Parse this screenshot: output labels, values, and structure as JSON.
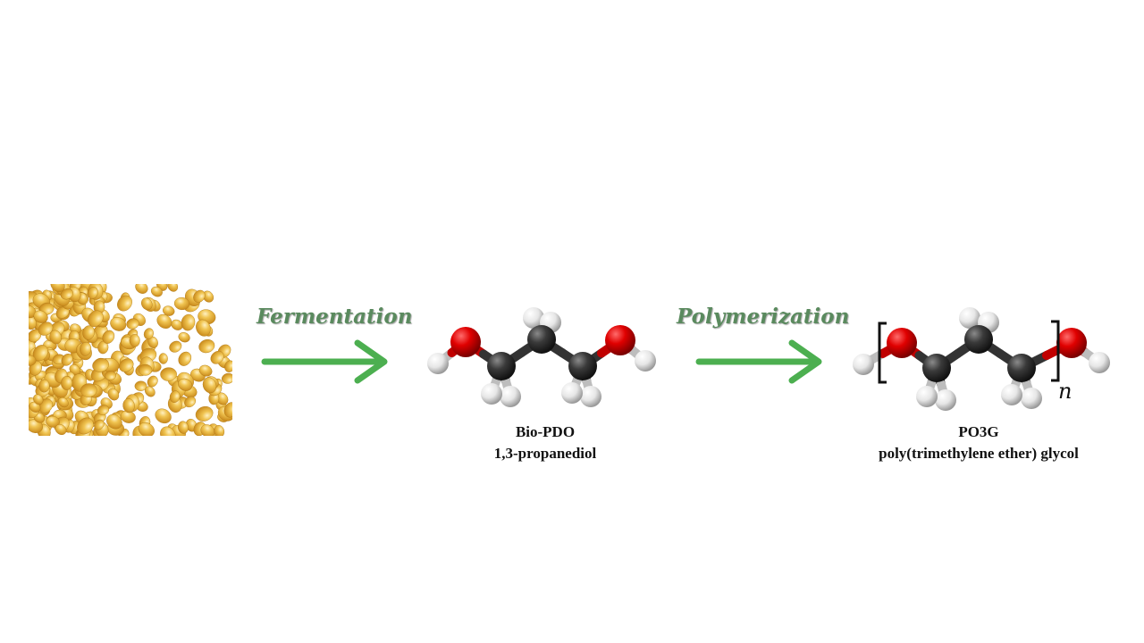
{
  "steps": {
    "fermentation": "Fermentation",
    "polymerization": "Polymerization"
  },
  "products": {
    "pdo": {
      "name": "Bio-PDO",
      "chemical": "1,3-propanediol"
    },
    "po3g": {
      "name": "PO3G",
      "chemical": "poly(trimethylene ether) glycol",
      "repeat_subscript": "n"
    }
  },
  "colors": {
    "arrow": "#4caf50",
    "label": "#5a8a5e",
    "oxygen": "#d50000",
    "carbon": "#333333",
    "hydrogen": "#f2f2f2",
    "corn": "#e8b33a"
  },
  "icons": {
    "source": "corn-kernels-image",
    "molecule_1": "propanediol-ball-and-stick-model",
    "molecule_2": "po3g-ball-and-stick-model"
  }
}
